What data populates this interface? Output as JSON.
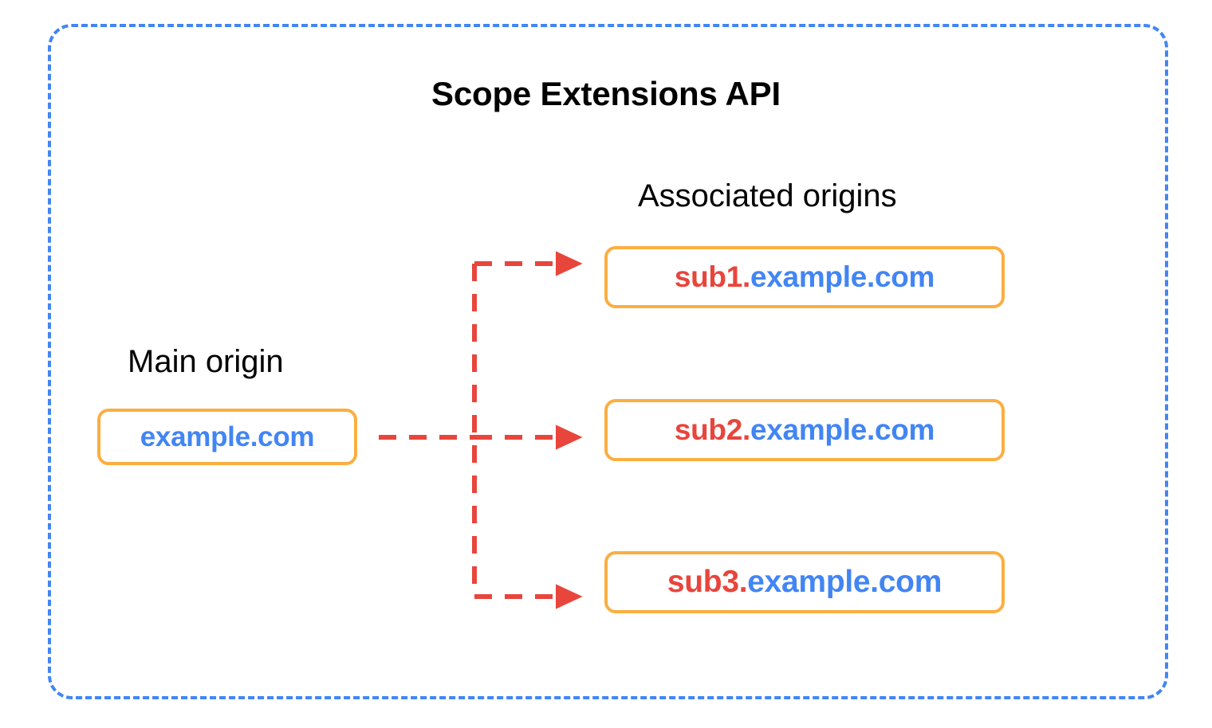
{
  "diagram": {
    "title": "Scope Extensions API",
    "frame_color": "#4285F4",
    "box_border_color": "#FBAE40",
    "arrow_color": "#E8453C",
    "origin_text_color": "#4285F4",
    "subdomain_text_color": "#E8453C"
  },
  "main_origin": {
    "caption": "Main origin",
    "box": {
      "prefix": "",
      "domain": "example.com",
      "full_text": "example.com"
    }
  },
  "associated_origins": {
    "caption": "Associated origins",
    "boxes": [
      {
        "prefix": "sub1.",
        "domain": "example.com",
        "full_text": "sub1.example.com"
      },
      {
        "prefix": "sub2.",
        "domain": "example.com",
        "full_text": "sub2.example.com"
      },
      {
        "prefix": "sub3.",
        "domain": "example.com",
        "full_text": "sub3.example.com"
      }
    ]
  },
  "connectors": {
    "count": 3,
    "style": "dashed-elbow-arrow",
    "description": "Main origin branches to three associated origins"
  }
}
